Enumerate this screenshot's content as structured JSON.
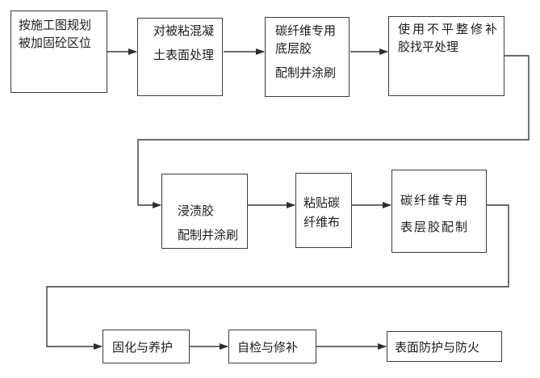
{
  "flowchart": {
    "colors": {
      "line": "#3b3b3b",
      "text": "#1c1c1c",
      "background": "#ffffff"
    },
    "nodes": [
      {
        "id": "plan-region",
        "lines": [
          "按施工图规划",
          "被加固砼区位"
        ]
      },
      {
        "id": "surface-treatment",
        "lines": [
          "对被粘混凝",
          "土表面处理"
        ]
      },
      {
        "id": "primer-adhesive",
        "lines": [
          "碳纤维专用",
          "底层胶",
          "配制并涂刷"
        ]
      },
      {
        "id": "leveling-repair",
        "lines": [
          "使用不平整修补",
          "胶找平处理"
        ]
      },
      {
        "id": "saturant-adhesive",
        "lines": [
          "浸渍胶",
          "配制并涂刷"
        ]
      },
      {
        "id": "paste-cfrp-sheet",
        "lines": [
          "粘贴碳",
          "纤维布"
        ]
      },
      {
        "id": "topcoat-adhesive",
        "lines": [
          "碳纤维专用",
          "表层胶配制"
        ]
      },
      {
        "id": "curing",
        "lines": [
          "固化与养护"
        ]
      },
      {
        "id": "inspection-repair",
        "lines": [
          "自检与修补"
        ]
      },
      {
        "id": "surface-protection",
        "lines": [
          "表面防护与防火"
        ]
      }
    ],
    "edges": [
      {
        "from": "plan-region",
        "to": "surface-treatment"
      },
      {
        "from": "surface-treatment",
        "to": "primer-adhesive"
      },
      {
        "from": "primer-adhesive",
        "to": "leveling-repair"
      },
      {
        "from": "leveling-repair",
        "to": "saturant-adhesive"
      },
      {
        "from": "saturant-adhesive",
        "to": "paste-cfrp-sheet"
      },
      {
        "from": "paste-cfrp-sheet",
        "to": "topcoat-adhesive"
      },
      {
        "from": "topcoat-adhesive",
        "to": "curing"
      },
      {
        "from": "curing",
        "to": "inspection-repair"
      },
      {
        "from": "inspection-repair",
        "to": "surface-protection"
      }
    ]
  }
}
